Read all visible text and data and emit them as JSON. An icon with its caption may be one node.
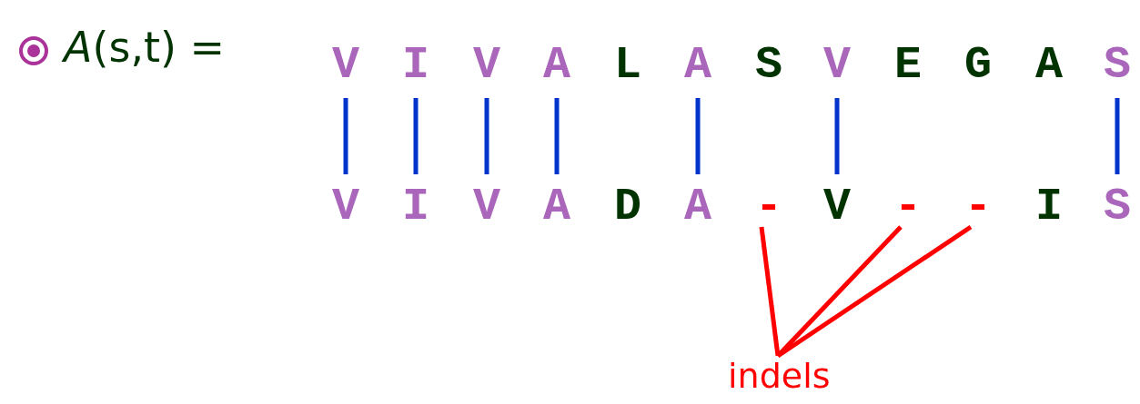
{
  "diagram": {
    "nodes": [
      {
        "text": [
          "V"
        ]
      },
      {
        "text": [
          "I"
        ]
      },
      {
        "text": [
          "V"
        ]
      },
      {
        "text": [
          "A"
        ]
      },
      {
        "text": [
          "L"
        ]
      },
      {
        "text": [
          "A"
        ]
      },
      {
        "text": [
          "S"
        ]
      },
      {
        "text": [
          "V"
        ]
      },
      {
        "text": [
          "E"
        ]
      },
      {
        "text": [
          "G"
        ]
      },
      {
        "text": [
          "A"
        ]
      },
      {
        "text": [
          "S"
        ]
      },
      {
        "text": [
          "V"
        ]
      },
      {
        "text": [
          "I"
        ]
      },
      {
        "text": [
          "V"
        ]
      },
      {
        "text": [
          "A"
        ]
      },
      {
        "text": [
          "D"
        ]
      },
      {
        "text": [
          "A"
        ]
      },
      {
        "text": [
          "-"
        ]
      },
      {
        "text": [
          "V"
        ]
      },
      {
        "text": [
          "-"
        ]
      },
      {
        "text": [
          "-"
        ]
      },
      {
        "text": [
          "I"
        ]
      },
      {
        "text": [
          "S"
        ]
      },
      {
        "text": [
          "indels"
        ]
      }
    ],
    "edges": [
      {
        "from": 0,
        "to": 12,
        "arrow": "none",
        "color": "#0033cc"
      },
      {
        "from": 1,
        "to": 13,
        "arrow": "none",
        "color": "#0033cc"
      },
      {
        "from": 2,
        "to": 14,
        "arrow": "none",
        "color": "#0033cc"
      },
      {
        "from": 3,
        "to": 15,
        "arrow": "none",
        "color": "#0033cc"
      },
      {
        "from": 5,
        "to": 17,
        "arrow": "none",
        "color": "#0033cc"
      },
      {
        "from": 7,
        "to": 19,
        "arrow": "none",
        "color": "#0033cc"
      },
      {
        "from": 11,
        "to": 23,
        "arrow": "none",
        "color": "#0033cc"
      },
      {
        "from": 24,
        "to": 18,
        "arrow": "none",
        "color": "#ff0000"
      },
      {
        "from": 24,
        "to": 20,
        "arrow": "none",
        "color": "#ff0000"
      },
      {
        "from": 24,
        "to": 21,
        "arrow": "none",
        "color": "#ff0000"
      }
    ],
    "labels": [
      "*A*(s,t) ="
    ]
  }
}
